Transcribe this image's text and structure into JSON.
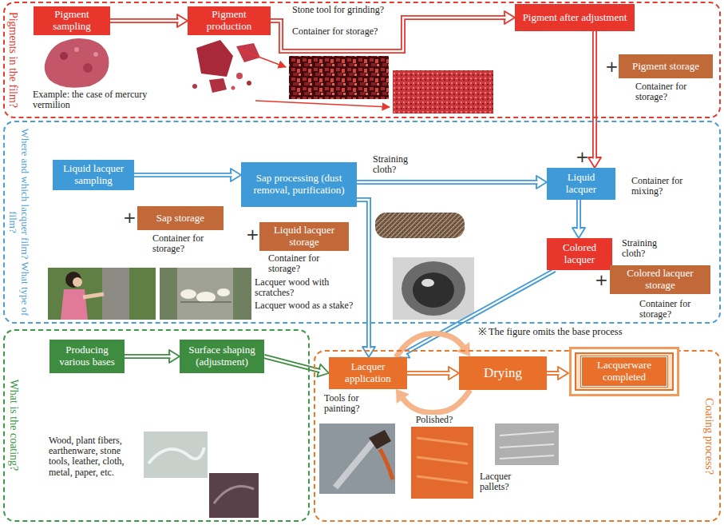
{
  "diagram": {
    "nodes": [
      {
        "text": [
          "Pigments in the film?"
        ]
      },
      {
        "text": [
          "Pigment sampling"
        ],
        "in": 0
      },
      {
        "text": [
          "Pigment production"
        ],
        "in": 0
      },
      {
        "text": [
          "Pigment after adjustment"
        ],
        "in": 0
      },
      {
        "text": [
          "Pigment storage"
        ],
        "in": 0
      },
      {
        "text": [
          "Where and which lacquer film? What type of film?"
        ]
      },
      {
        "text": [
          "Liquid lacquer sampling"
        ],
        "in": 5
      },
      {
        "text": [
          "Sap storage"
        ],
        "in": 5
      },
      {
        "text": [
          "Sap processing (dust removal, purification)"
        ],
        "in": 5
      },
      {
        "text": [
          "Liquid lacquer storage"
        ],
        "in": 5
      },
      {
        "text": [
          "Liquid lacquer"
        ],
        "in": 5
      },
      {
        "text": [
          "Colored lacquer"
        ],
        "in": 5
      },
      {
        "text": [
          "Colored lacquer storage"
        ],
        "in": 5
      },
      {
        "text": [
          "What is the coating?"
        ]
      },
      {
        "text": [
          "Producing various bases"
        ],
        "in": 13
      },
      {
        "text": [
          "Surface shaping (adjustment)"
        ],
        "in": 13
      },
      {
        "text": [
          "Coating process?"
        ]
      },
      {
        "text": [
          "Lacquer application"
        ],
        "in": 16
      },
      {
        "text": [
          "Drying"
        ],
        "in": 16
      },
      {
        "text": [
          "Lacquerware completed"
        ],
        "in": 16
      }
    ],
    "edges": [
      {
        "from": 1,
        "to": 2,
        "arrow": "to"
      },
      {
        "from": 2,
        "to": 3,
        "arrow": "to"
      },
      {
        "from": 3,
        "to": 10,
        "arrow": "to"
      },
      {
        "from": 6,
        "to": 8,
        "arrow": "to"
      },
      {
        "from": 8,
        "to": 10,
        "arrow": "to"
      },
      {
        "from": 8,
        "to": 17,
        "arrow": "to"
      },
      {
        "from": 10,
        "to": 11,
        "arrow": "to"
      },
      {
        "from": 11,
        "to": 17,
        "arrow": "to"
      },
      {
        "from": 14,
        "to": 15,
        "arrow": "to"
      },
      {
        "from": 15,
        "to": 17,
        "arrow": "to"
      },
      {
        "from": 17,
        "to": 18,
        "arrow": "to"
      },
      {
        "from": 17,
        "to": 18,
        "arrow": "to"
      },
      {
        "from": 18,
        "to": 17,
        "label": "Polished?",
        "arrow": "to"
      },
      {
        "from": 18,
        "to": 19,
        "arrow": "to"
      }
    ],
    "labels": [
      "Example: the case of mercury vermilion",
      "Stone tool for grinding?",
      "Container for storage?",
      "+",
      "Container for storage?",
      "Straining cloth?",
      "Container for mixing?",
      "+",
      "+",
      "Container for storage?",
      "+",
      "Container for storage?",
      "Straining cloth?",
      "+",
      "Container for storage?",
      "Lacquer wood with scratches?",
      "Lacquer wood as a stake?",
      "※ The figure omits the base process",
      "Wood, plant fibers, earthenware, stone tools, leather, cloth, metal, paper, etc.",
      "Tools for painting?",
      "Lacquer pallets?"
    ]
  }
}
